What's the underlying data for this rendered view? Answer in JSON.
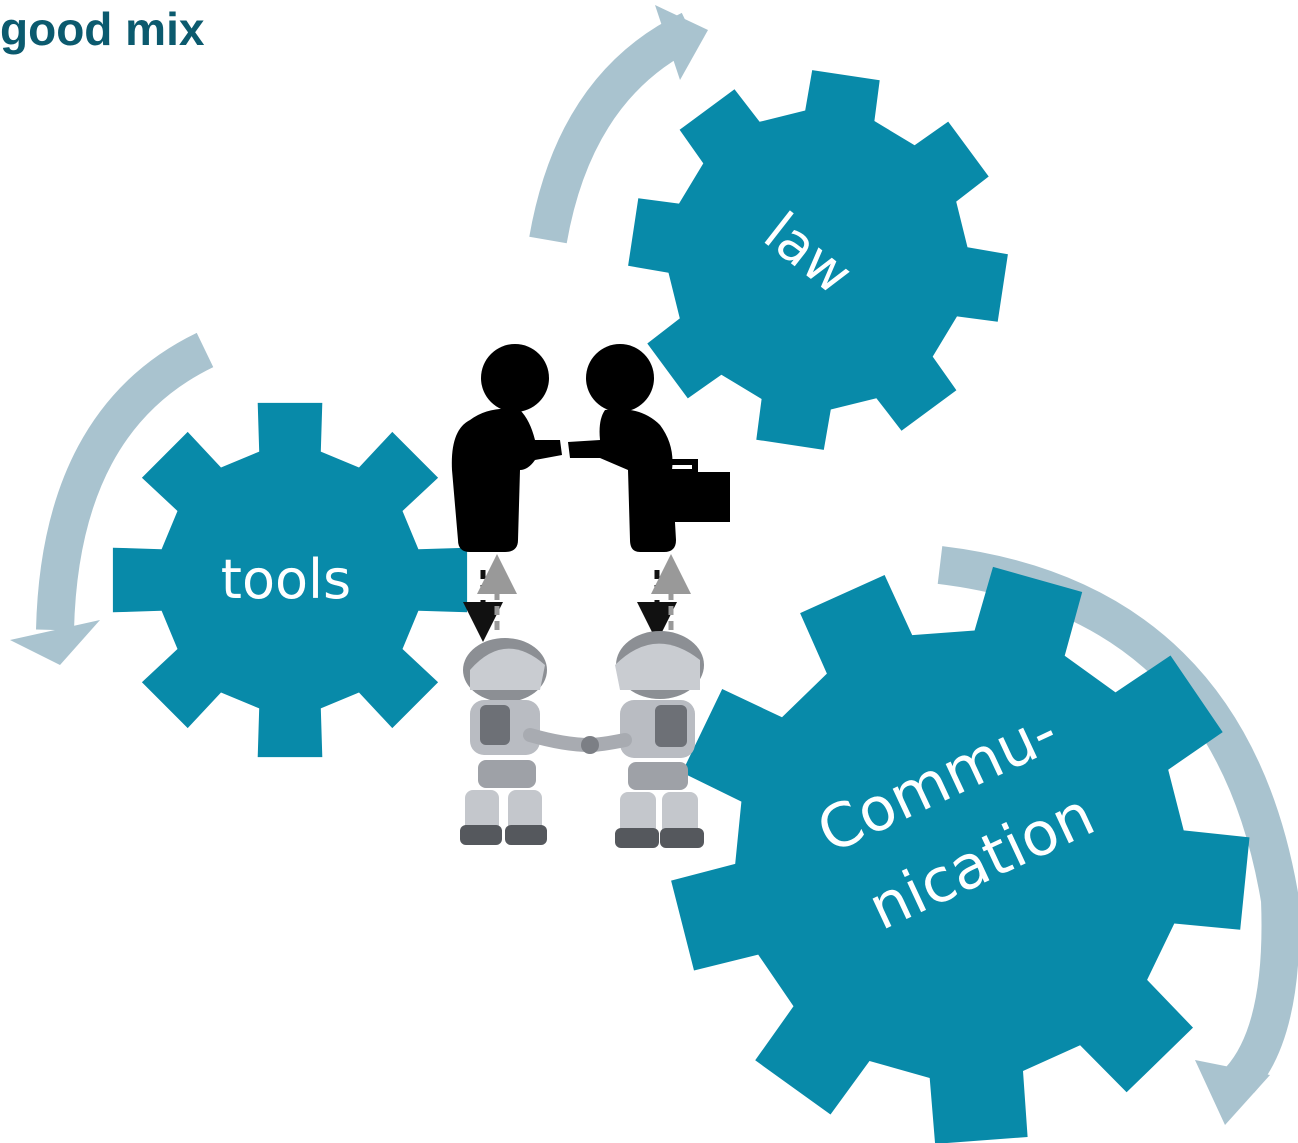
{
  "title": "good mix",
  "gears": {
    "law": "law",
    "tools": "tools",
    "communication_line1": "Commu-",
    "communication_line2": "nication"
  },
  "colors": {
    "gear": "#088aa9",
    "arrow": "#a9c3cf",
    "title": "#0b5a6e"
  },
  "icons": [
    "handshake-people-icon",
    "briefcase-icon",
    "robots-handshake-image",
    "dashed-bidirectional-arrow-icon",
    "curved-arrow-icon"
  ]
}
